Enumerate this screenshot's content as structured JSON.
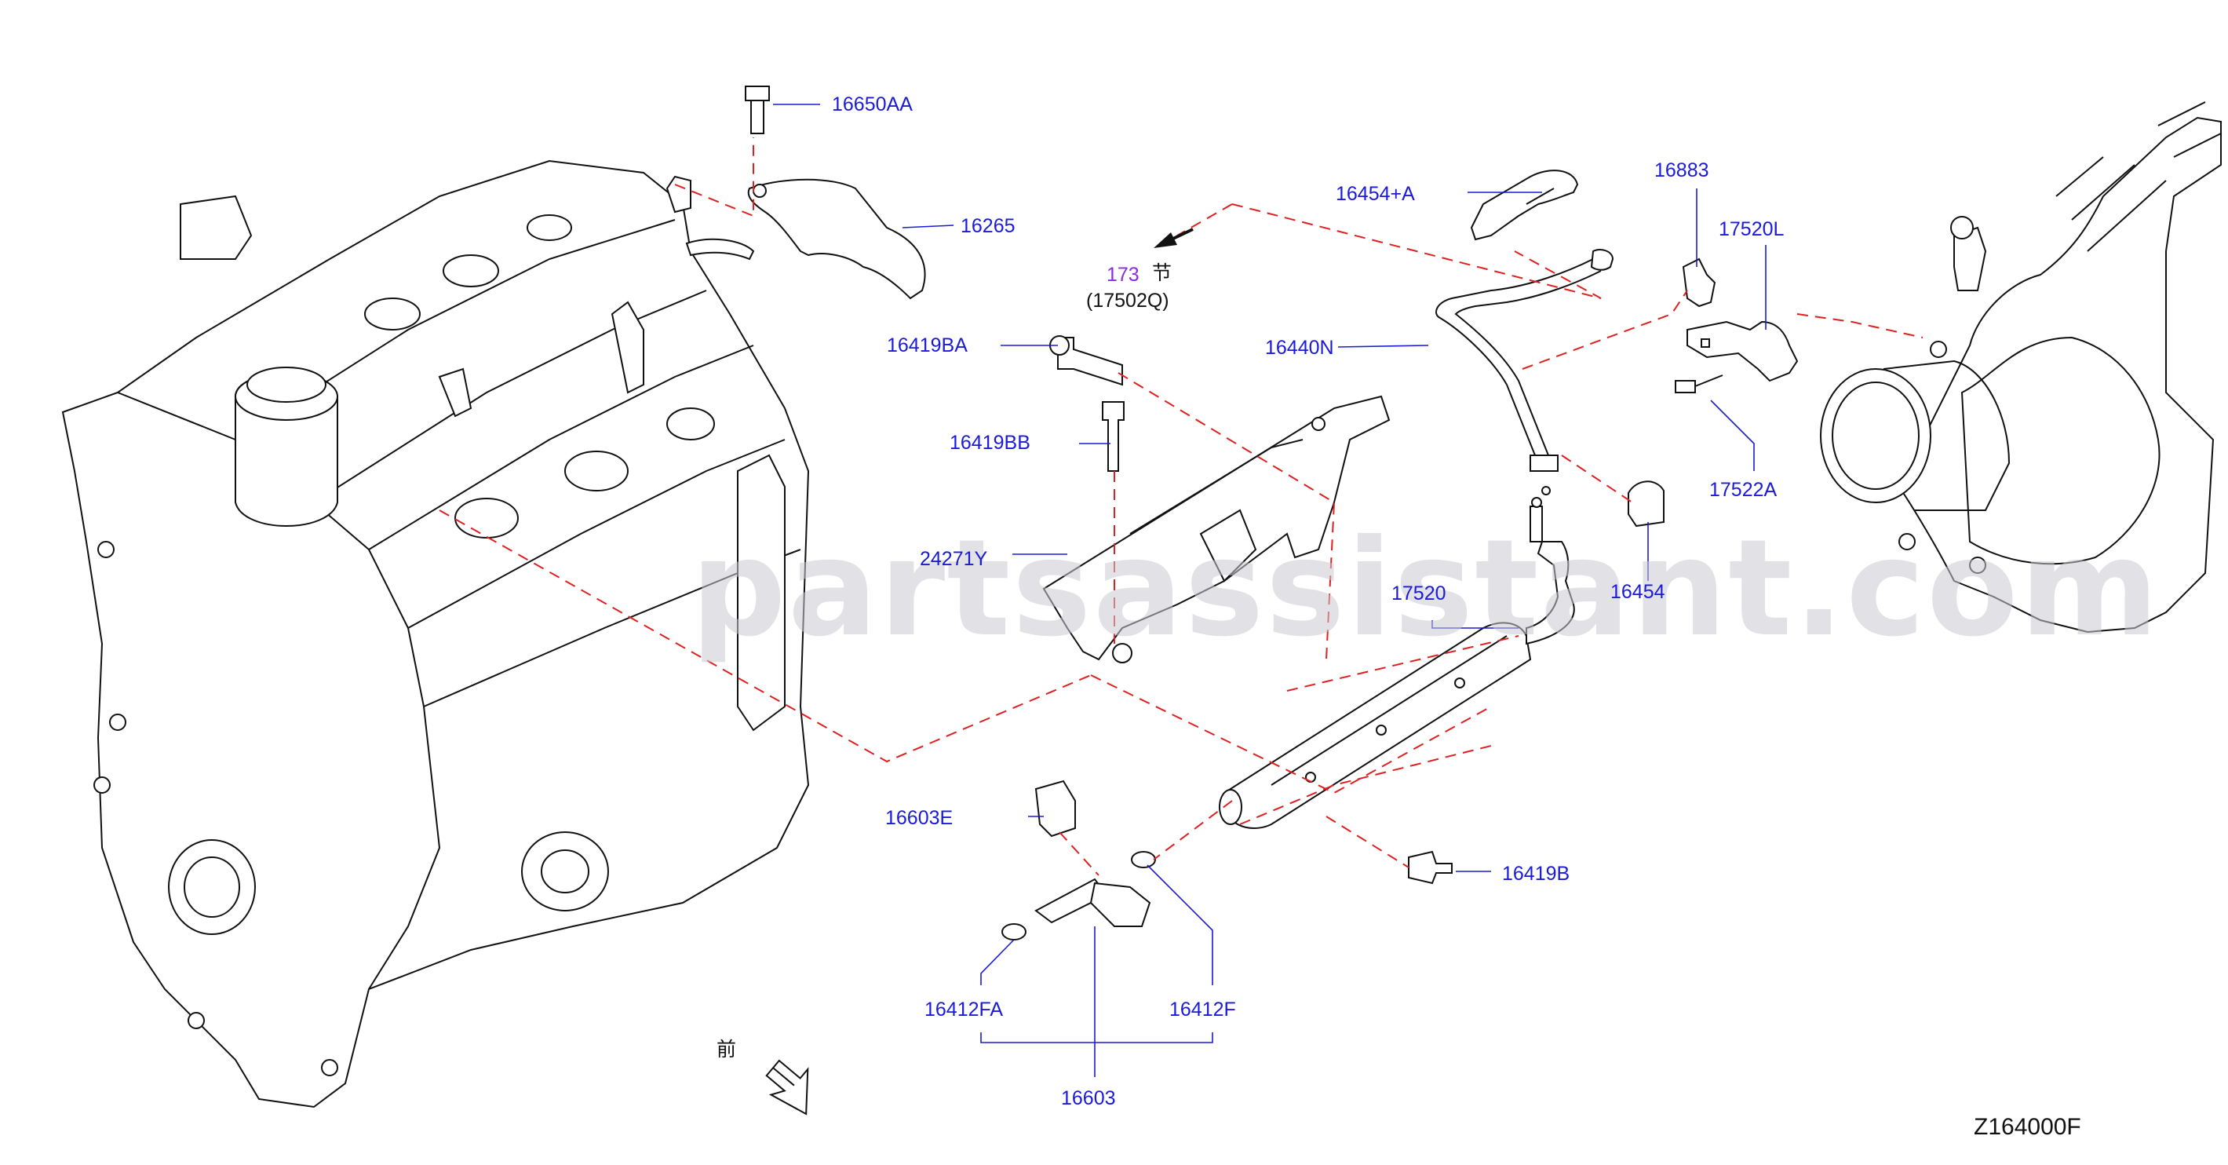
{
  "diagram_id": "Z164000F",
  "watermark": "partsassistant.com",
  "front_marker": "前",
  "parts": {
    "p16650AA": "16650AA",
    "p16265": "16265",
    "p173": "173",
    "p173_glyph": "节",
    "p17502Q": "(17502Q)",
    "p16419BA": "16419BA",
    "p16419BB": "16419BB",
    "p24271Y": "24271Y",
    "p16454A": "16454+A",
    "p16440N": "16440N",
    "p16883": "16883",
    "p17520L": "17520L",
    "p17522A": "17522A",
    "p16454": "16454",
    "p17520": "17520",
    "p16603E": "16603E",
    "p16419B": "16419B",
    "p16412FA": "16412FA",
    "p16412F": "16412F",
    "p16603": "16603"
  },
  "colors": {
    "label": "#1a1ad8",
    "dashed_line": "#e02020",
    "outline": "#111111",
    "watermark": "#c9c9d2",
    "section_ref": "#8a2be2"
  }
}
